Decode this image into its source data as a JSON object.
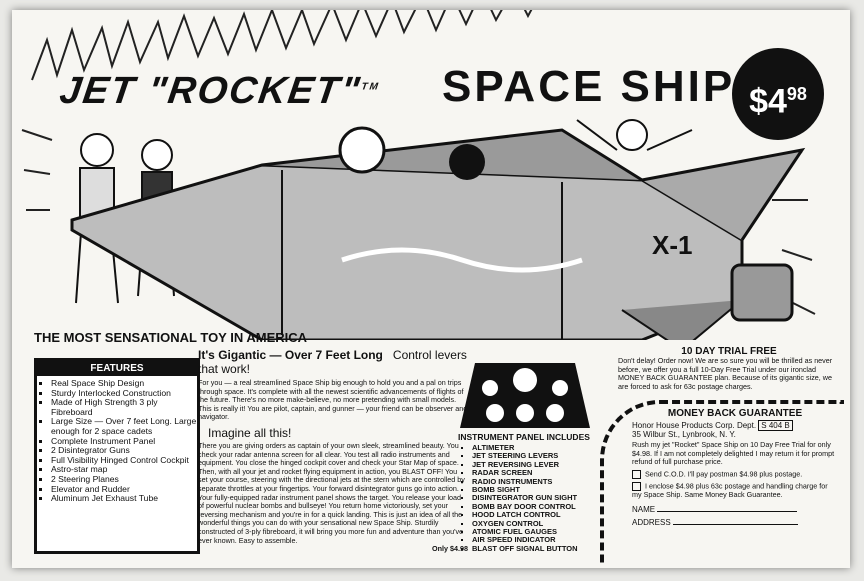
{
  "title": {
    "jet": "JET",
    "rocket": "\"ROCKET\"",
    "tm": "TM",
    "space_ship": "SPACE SHIP!"
  },
  "price": {
    "dollars": "$4",
    "cents": "98"
  },
  "ship_label": "X-1",
  "headline": "THE MOST SENSATIONAL TOY IN AMERICA",
  "gigantic": "It's Gigantic — Over 7 Feet Long",
  "control_levers": "Control levers that work!",
  "intro_text": "For you — a real streamlined Space Ship big enough to hold you and a pal on trips through space. It's complete with all the newest scientific advancements of flights of the future. There's no more make-believe, no more pretending with small models. This is really it! You are pilot, captain, and gunner — your friend can be observer and navigator.",
  "imagine": "Imagine all this!",
  "story_text": "There you are giving orders as captain of your own sleek, streamlined beauty. You check your radar antenna screen for all clear. You test all radio instruments and equipment. You close the hinged cockpit cover and check your Star Map of space. Then, with all your jet and rocket flying equipment in action, you BLAST OFF! You set your course, steering with the directional jets at the stern which are controlled by separate throttles at your fingertips. Your forward disintegrator guns go into action. Your fully-equipped radar instrument panel shows the target. You release your load of powerful nuclear bombs and bullseye! You return home victoriously, set your reversing mechanism and you're in for a quick landing. This is just an idea of all the wonderful things you can do with your sensational new Space Ship. Sturdily constructed of 3-ply fibreboard, it will bring you more fun and adventure than you've ever known. Easy to assemble.",
  "only_price": "Only $4.98",
  "features": {
    "title": "FEATURES",
    "items": [
      "Real Space Ship Design",
      "Sturdy Interlocked Construction",
      "Made of High Strength 3 ply Fibreboard",
      "Large Size — Over 7 feet Long. Large enough for 2 space cadets",
      "Complete Instrument Panel",
      "2 Disintegrator Guns",
      "Full Visibility Hinged Control Cockpit",
      "Astro-star map",
      "2 Steering Planes",
      "Elevator and Rudder",
      "Aluminum Jet Exhaust Tube"
    ]
  },
  "instrument_panel": {
    "title": "INSTRUMENT PANEL INCLUDES",
    "items": [
      "ALTIMETER",
      "JET STEERING LEVERS",
      "JET REVERSING LEVER",
      "RADAR SCREEN",
      "RADIO INSTRUMENTS",
      "BOMB SIGHT",
      "DISINTEGRATOR GUN SIGHT",
      "BOMB BAY DOOR CONTROL",
      "HOOD LATCH CONTROL",
      "OXYGEN CONTROL",
      "ATOMIC FUEL GAUGES",
      "AIR SPEED INDICATOR",
      "BLAST OFF SIGNAL BUTTON"
    ]
  },
  "trial": {
    "title": "10 DAY TRIAL FREE",
    "text": "Don't delay! Order now! We are so sure you will be thrilled as never before, we offer you a full 10-Day Free Trial under our ironclad MONEY BACK GUARANTEE plan. Because of its gigantic size, we are forced to ask for 63c postage charges."
  },
  "coupon": {
    "title": "MONEY BACK GUARANTEE",
    "company": "Honor House Products Corp. Dept.",
    "dept": "S 404 B",
    "address": "35 Wilbur St., Lynbrook, N. Y.",
    "rush": "Rush my jet \"Rocket\" Space Ship on 10 Day Free Trial for only $4.98. If I am not completely delighted I may return it for prompt refund of full purchase price.",
    "cod": "Send C.O.D. I'll pay postman $4.98 plus postage.",
    "enclose": "I enclose $4.98 plus 63c postage and handling charge for my Space Ship. Same Money Back Guarantee.",
    "name_label": "NAME",
    "address_label": "ADDRESS"
  }
}
